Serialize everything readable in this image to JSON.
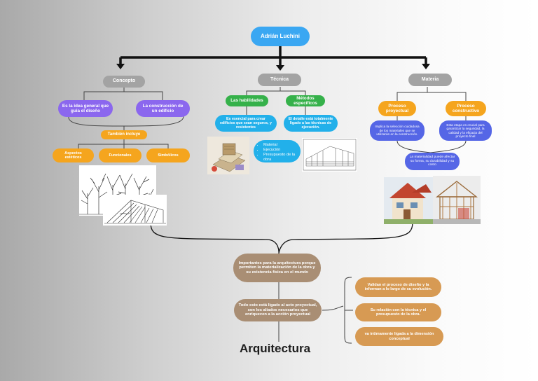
{
  "root": {
    "label": "Adrián Luchini"
  },
  "branches": [
    {
      "label": "Concepto",
      "children": [
        "Es la idea general que guia el diseño",
        "La construcción de un edificio"
      ],
      "also": "También incluye",
      "aspects": [
        "Aspectos estéticos",
        "Funcionales",
        "Simbólicos"
      ]
    },
    {
      "label": "Técnica",
      "children": [
        "Las habilidades",
        "Métodos específicos"
      ],
      "details": [
        "Es esencial para crear edificios que sean seguros, y resistentes",
        "El detalle está totalmente ligado a las técnicas de ejecución."
      ],
      "bullets": [
        "Material",
        "Ejecución",
        "Presupuesto de la obra"
      ]
    },
    {
      "label": "Materia",
      "children": [
        "Proceso proyectual",
        "Proceso constructivo"
      ],
      "details": [
        "Implica la selección cuidadosa de los materiales que se utilizarán en la construcción.",
        "Esta etapa es crucial para garantizar la seguridad, la calidad y la eficacia del proyecto final"
      ],
      "note": "La materialidad puede afectar su forma, su durabilidad y su costo"
    }
  ],
  "center": {
    "importance": "Importantes para la arquitectura porque permiten la materialización de la obra y su existencia física en el mundo",
    "summary": "Todo esto está ligado al acto proyectual, son los aliados necesarios que enriquecen a la acción proyectual",
    "final_title": "Arquitectura"
  },
  "right_notes": [
    "Validan el proceso de diseño y la informan a lo largo de su evolución.",
    "Su relación con la técnica y el presupuesto de la obra.",
    "va íntimamente ligada a la dimensión conceptual"
  ],
  "icons": [
    "tree-sketch-image",
    "shelter-sketch-image",
    "building-section-image",
    "blueprint-image",
    "house-render-image",
    "house-frame-image"
  ]
}
